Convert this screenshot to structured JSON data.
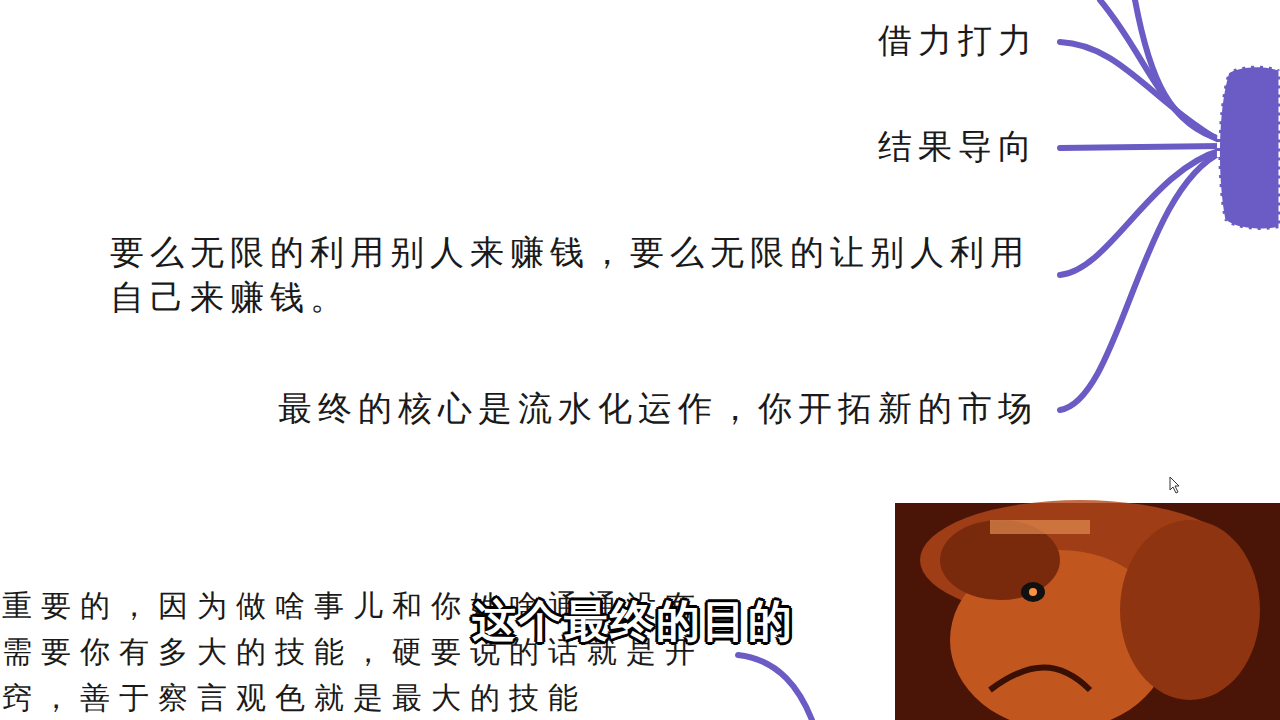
{
  "diagram": {
    "labels": [
      "借力打力",
      "结果导向",
      "要么无限的利用别人来赚钱，要么无限的让别人利用自己来赚钱。",
      "最终的核心是流水化运作，你开拓新的市场",
      "重要的，因为做啥事儿和你姓啥通通没有",
      "需要你有多大的技能，硬要说的话就是开",
      "窍，善于察言观色就是最大的技能",
      "这个最终的目的"
    ]
  }
}
